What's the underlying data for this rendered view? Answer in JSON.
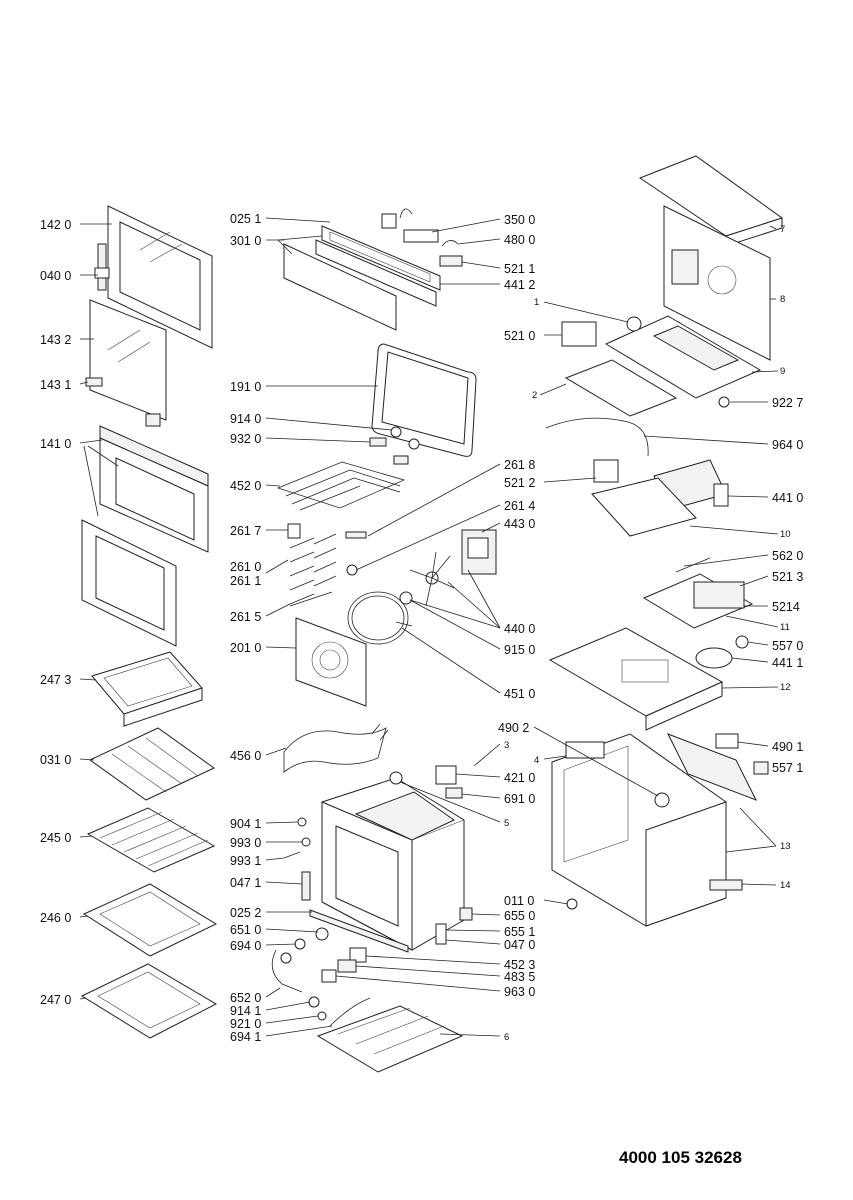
{
  "document_number": "4000 105 32628",
  "labels": {
    "l_142_0": "142 0",
    "l_040_0": "040 0",
    "l_143_2": "143 2",
    "l_143_1": "143 1",
    "l_141_0": "141 0",
    "l_247_3": "247 3",
    "l_031_0": "031 0",
    "l_245_0": "245 0",
    "l_246_0": "246 0",
    "l_247_0": "247 0",
    "l_025_1": "025 1",
    "l_301_0": "301 0",
    "l_191_0": "191 0",
    "l_914_0": "914 0",
    "l_932_0": "932 0",
    "l_452_0": "452 0",
    "l_261_7": "261 7",
    "l_261_0": "261 0",
    "l_261_1": "261 1",
    "l_261_5": "261 5",
    "l_201_0": "201 0",
    "l_456_0": "456 0",
    "l_904_1": "904 1",
    "l_993_0": "993 0",
    "l_993_1": "993 1",
    "l_047_1": "047 1",
    "l_025_2": "025 2",
    "l_651_0": "651 0",
    "l_694_0": "694 0",
    "l_652_0": "652 0",
    "l_914_1": "914 1",
    "l_921_0": "921 0",
    "l_694_1": "694 1",
    "l_350_0": "350 0",
    "l_480_0": "480 0",
    "l_521_1": "521 1",
    "l_441_2": "441 2",
    "l_261_8": "261 8",
    "l_261_4": "261 4",
    "l_443_0": "443 0",
    "l_440_0": "440 0",
    "l_915_0": "915 0",
    "l_451_0": "451 0",
    "l_3": "3",
    "l_421_0": "421 0",
    "l_691_0": "691 0",
    "l_5": "5",
    "l_655_0": "655 0",
    "l_655_1": "655 1",
    "l_047_0": "047 0",
    "l_452_3": "452 3",
    "l_483_5": "483 5",
    "l_963_0": "963 0",
    "l_6": "6",
    "l_011_0": "011 0",
    "l_490_2": "490 2",
    "l_4": "4",
    "l_7": "7",
    "l_8": "8",
    "l_1": "1",
    "l_521_0": "521 0",
    "l_9": "9",
    "l_2": "2",
    "l_922_7": "922 7",
    "l_964_0": "964 0",
    "l_521_2": "521 2",
    "l_441_0": "441 0",
    "l_10": "10",
    "l_562_0": "562 0",
    "l_521_3": "521 3",
    "l_5214": "5214",
    "l_11": "11",
    "l_557_0": "557 0",
    "l_441_1": "441 1",
    "l_12": "12",
    "l_490_1": "490 1",
    "l_557_1": "557 1",
    "l_13": "13",
    "l_14": "14"
  }
}
